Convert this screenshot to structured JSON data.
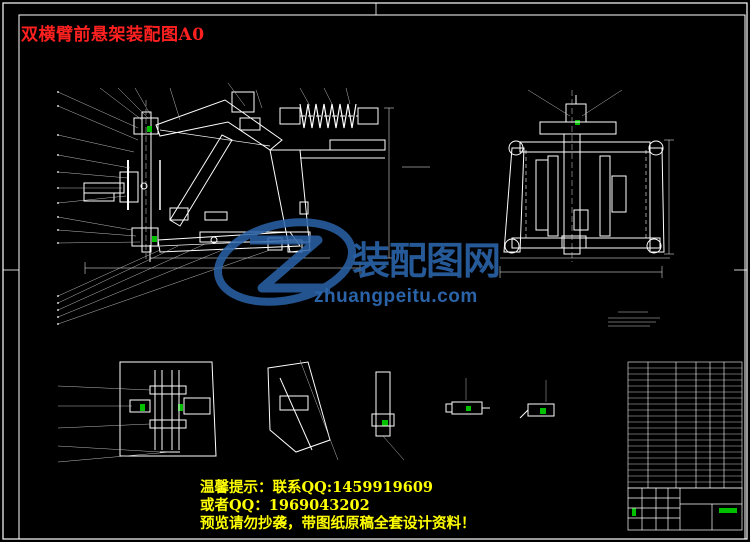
{
  "drawing": {
    "title": "双横臂前悬架装配图A0"
  },
  "watermark": {
    "brand_cn": "装配图网",
    "url": "zhuangpeitu.com"
  },
  "notice": {
    "line1_label": "温馨提示：",
    "line1_text": "联系QQ:1459919609",
    "line2_label": "或者QQ：",
    "line2_text": "1969043202",
    "line3": "预览请勿抄袭，带图纸原稿全套设计资料！"
  },
  "colors": {
    "background": "#000000",
    "border": "#ffffff",
    "title": "#ff2020",
    "notice": "#ffff00",
    "watermark": "#2b63a8",
    "dimension": "#ffffff",
    "highlight": "#00c000",
    "leader": "#cfcfcf"
  }
}
